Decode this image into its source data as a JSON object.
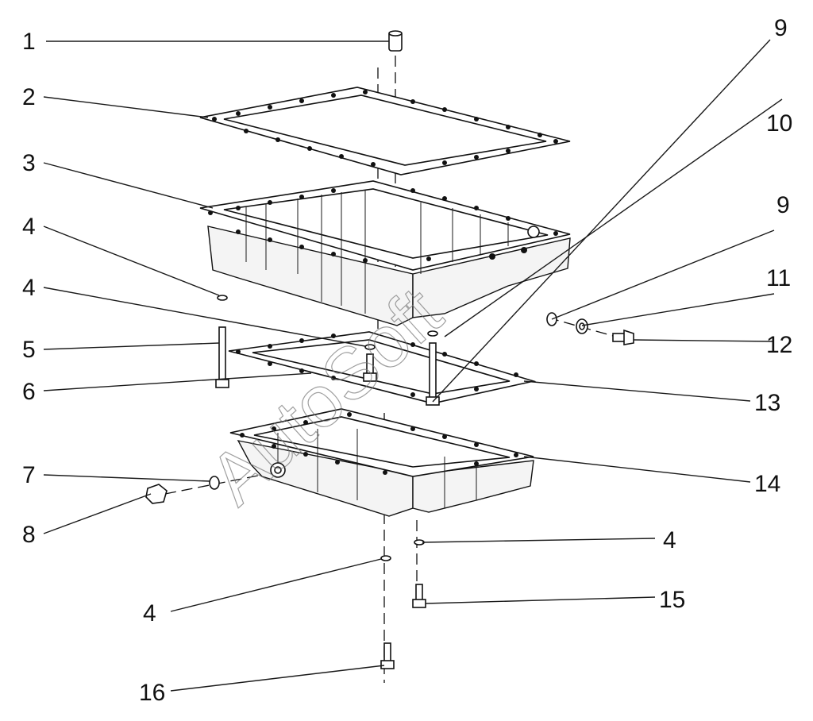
{
  "watermark": "AutoSoft",
  "callouts": [
    {
      "id": "c1",
      "label": "1"
    },
    {
      "id": "c2",
      "label": "2"
    },
    {
      "id": "c3",
      "label": "3"
    },
    {
      "id": "c4a",
      "label": "4"
    },
    {
      "id": "c4b",
      "label": "4"
    },
    {
      "id": "c5",
      "label": "5"
    },
    {
      "id": "c6",
      "label": "6"
    },
    {
      "id": "c7",
      "label": "7"
    },
    {
      "id": "c8",
      "label": "8"
    },
    {
      "id": "c4c",
      "label": "4"
    },
    {
      "id": "c16",
      "label": "16"
    },
    {
      "id": "c9a",
      "label": "9"
    },
    {
      "id": "c10",
      "label": "10"
    },
    {
      "id": "c9b",
      "label": "9"
    },
    {
      "id": "c11",
      "label": "11"
    },
    {
      "id": "c12",
      "label": "12"
    },
    {
      "id": "c13",
      "label": "13"
    },
    {
      "id": "c14",
      "label": "14"
    },
    {
      "id": "c4d",
      "label": "4"
    },
    {
      "id": "c15",
      "label": "15"
    }
  ]
}
